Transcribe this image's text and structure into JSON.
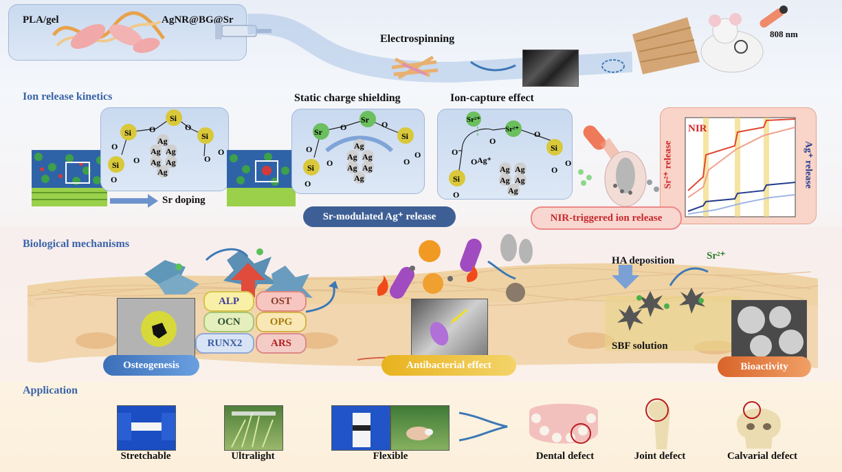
{
  "header": {
    "pla_gel": "PLA/gel",
    "agnr": "AgNR@BG@Sr",
    "electrospinning": "Electrospinning",
    "wavelength": "808 nm"
  },
  "ion_release": {
    "section_title": "Ion release kinetics",
    "sr_doping": "Sr doping",
    "static_shielding": "Static charge shielding",
    "ion_capture": "Ion-capture effect",
    "sr_modulated": "Sr-modulated Ag⁺ release",
    "nir_triggered": "NIR-triggered ion release",
    "graph": {
      "nir_label": "NIR",
      "left_axis": "Sr²⁺ release",
      "right_axis": "Ag⁺ release"
    },
    "atoms": {
      "si": "Si",
      "sr": "Sr",
      "o": "O",
      "ag": "Ag",
      "ag_plus": "Ag⁺",
      "sr2": "Sr²⁺",
      "o_minus": "O⁻"
    }
  },
  "bio": {
    "section_title": "Biological mechanisms",
    "genes": [
      "ALP",
      "OST",
      "OCN",
      "OPG",
      "RUNX2",
      "ARS"
    ],
    "osteogenesis": "Osteogenesis",
    "antibacterial": "Antibacterial effect",
    "ha_deposition": "HA deposition",
    "sr2_label": "Sr²⁺",
    "sbf": "SBF solution",
    "bioactivity": "Bioactivity"
  },
  "application": {
    "section_title": "Application",
    "items": [
      "Stretchable",
      "Ultralight",
      "Flexible"
    ],
    "defects": [
      "Dental defect",
      "Joint defect",
      "Calvarial defect"
    ]
  },
  "colors": {
    "section_blue": "#3a64a8",
    "panel_blue": "#c9d9ef",
    "red": "#c8282d",
    "gold": "#e0b020"
  }
}
